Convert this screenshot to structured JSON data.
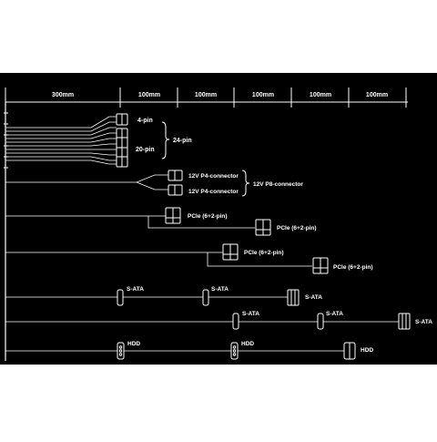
{
  "colors": {
    "background": "#000000",
    "line": "#ffffff",
    "frame": "#ffffff"
  },
  "ruler": {
    "segments": [
      "300mm",
      "100mm",
      "100mm",
      "100mm",
      "100mm",
      "100mm"
    ]
  },
  "cables": {
    "atx": {
      "top_label": "4-pin",
      "bottom_label": "20-pin",
      "group_label": "24-pin"
    },
    "eps": {
      "connector1": "12V P4-connector",
      "connector2": "12V P4-connector",
      "group_label": "12V P8-connector"
    },
    "pcie1": {
      "label1": "PCIe (6+2-pin)",
      "label2": "PCIe (6+2-pin)"
    },
    "pcie2": {
      "label1": "PCIe (6+2-pin)",
      "label2": "PCIe (6+2-pin)"
    },
    "sata1": {
      "labels": [
        "S-ATA",
        "S-ATA",
        "S-ATA"
      ]
    },
    "sata2": {
      "labels": [
        "S-ATA",
        "S-ATA",
        "S-ATA"
      ]
    },
    "hdd": {
      "labels": [
        "HDD",
        "HDD",
        "HDD"
      ]
    }
  }
}
